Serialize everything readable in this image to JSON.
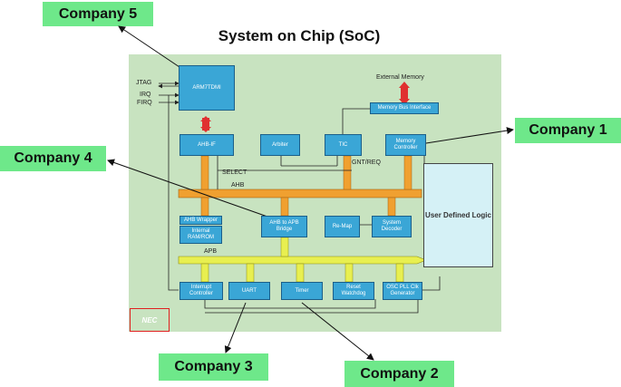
{
  "title": "System on Chip (SoC)",
  "callouts": {
    "company5": "Company 5",
    "company1": "Company 1",
    "company4": "Company 4",
    "company3": "Company 3",
    "company2": "Company 2"
  },
  "blocks": {
    "arm": "ARM7TDMI",
    "ahb_if": "AHB-IF",
    "arbiter": "Arbiter",
    "tic": "TIC",
    "mem_ctrl": "Memory Controller",
    "mem_bus_if": "Memory Bus Interface",
    "ahb_wrapper": "AHB Wrapper",
    "internal_ram": "Internal RAM/ROM",
    "ahb_apb": "AHB to APB Bridge",
    "remap": "Re-Map",
    "sys_decoder": "System Decoder",
    "user_logic": "User Defined Logic",
    "int_ctrl": "Interrupt Controller",
    "uart": "UART",
    "timer": "Timer",
    "reset_wd": "Reset Watchdog",
    "osc": "OSC PLL Clk Generator"
  },
  "labels": {
    "jtag": "JTAG",
    "irq": "IRQ",
    "firq": "FIRQ",
    "external_memory": "External Memory",
    "gnt_req": "GNT/REQ",
    "select": "SELECT",
    "ahb": "AHB",
    "apb": "APB",
    "logo": "NEC"
  },
  "colors": {
    "callout": "#6ee88a",
    "board": "#c8e3c0",
    "block": "#3aa6d6",
    "ahb_bus": "#f0a030",
    "apb_bus": "#e8ef50",
    "arm_link": "#e03030"
  }
}
